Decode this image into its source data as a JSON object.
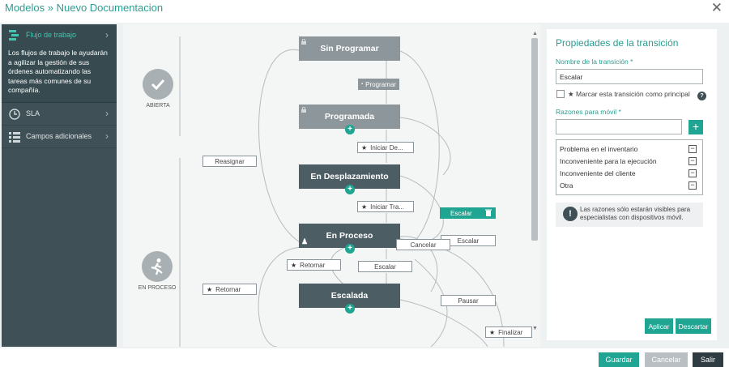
{
  "window": {
    "title": "Modelos » Nuevo Documentacion"
  },
  "sidebar": {
    "items": [
      {
        "label": "Flujo de trabajo",
        "icon": "workflow-icon",
        "active": true
      },
      {
        "label": "SLA",
        "icon": "clock-icon"
      },
      {
        "label": "Campos adicionales",
        "icon": "list-icon"
      }
    ],
    "description": "Los flujos de trabajo le ayudarán a agilizar la gestión de sus órdenes automatizando las tareas más comunes de su compañía."
  },
  "diagram": {
    "phases": [
      {
        "label": "ABIERTA",
        "icon": "check-icon"
      },
      {
        "label": "EN PROCESO",
        "icon": "runner-icon"
      }
    ],
    "states": [
      {
        "label": "Sin Programar"
      },
      {
        "label": "Programada"
      },
      {
        "label": "En Desplazamiento"
      },
      {
        "label": "En Proceso"
      },
      {
        "label": "Escalada"
      }
    ],
    "transitions": [
      {
        "label": "Programar"
      },
      {
        "label": "Iniciar De..."
      },
      {
        "label": "Reasignar"
      },
      {
        "label": "Iniciar Tra..."
      },
      {
        "label": "Escalar"
      },
      {
        "label": "Escalar"
      },
      {
        "label": "Cancelar"
      },
      {
        "label": "Retornar"
      },
      {
        "label": "Escalar"
      },
      {
        "label": "Retornar"
      },
      {
        "label": "Pausar"
      },
      {
        "label": "Finalizar"
      }
    ]
  },
  "panel": {
    "title": "Propiedades de la transición",
    "name_label": "Nombre de la transición *",
    "name_value": "Escalar",
    "main_checkbox_label": "Marcar esta transición como principal",
    "reasons_label": "Razones para móvil *",
    "reasons_input": "",
    "reasons": [
      "Problema en el inventario",
      "Inconveniente para la ejecución",
      "Inconveniente del cliente",
      "Otra"
    ],
    "note": "Las razones sólo estarán visibles para especialistas con dispositivos móvil.",
    "apply_label": "Aplicar",
    "discard_label": "Descartar"
  },
  "footer": {
    "save_label": "Guardar",
    "cancel_label": "Cancelar",
    "exit_label": "Salir"
  },
  "colors": {
    "accent": "#1fa592",
    "sidebar": "#3f5157",
    "node_dark": "#4c5d64",
    "node_light": "#8c969b"
  }
}
